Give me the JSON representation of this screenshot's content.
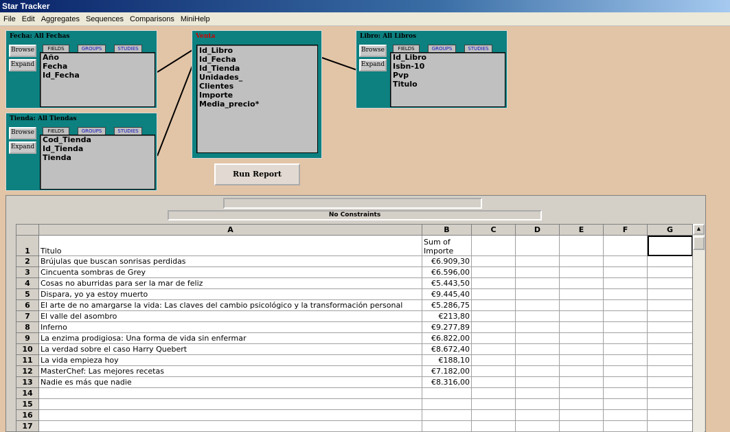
{
  "window": {
    "title": "Star Tracker"
  },
  "menu": [
    "File",
    "Edit",
    "Aggregates",
    "Sequences",
    "Comparisons",
    "MiniHelp"
  ],
  "panels": {
    "fecha": {
      "title": "Fecha: All Fechas",
      "browse": "Browse",
      "expand": "Expand",
      "tabs": [
        "FIELDS",
        "GROUPS",
        "STUDIES"
      ],
      "fields": [
        "Año",
        "Fecha",
        "Id_Fecha"
      ]
    },
    "tienda": {
      "title": "Tienda: All Tiendas",
      "browse": "Browse",
      "expand": "Expand",
      "tabs": [
        "FIELDS",
        "GROUPS",
        "STUDIES"
      ],
      "fields": [
        "Cod_Tienda",
        "Id_Tienda",
        "Tienda"
      ]
    },
    "venta": {
      "title": "Venta",
      "fields": [
        "Id_Libro",
        "Id_Fecha",
        "Id_Tienda",
        "Unidades_",
        "Clientes",
        "Importe",
        "Media_precio*"
      ]
    },
    "libro": {
      "title": "Libro: All Libros",
      "browse": "Browse",
      "expand": "Expand",
      "tabs": [
        "FIELDS",
        "GROUPS",
        "STUDIES"
      ],
      "fields": [
        "Id_Libro",
        "Isbn-10",
        "Pvp",
        "Titulo"
      ]
    }
  },
  "run_report_label": "Run Report",
  "report": {
    "constraints": "No Constraints",
    "columns": [
      "A",
      "B",
      "C",
      "D",
      "E",
      "F",
      "G"
    ],
    "header_row": {
      "a": "Titulo",
      "b": "Sum of Importe"
    },
    "rows": [
      {
        "n": "2",
        "a": "Brújulas que buscan sonrisas perdidas",
        "b": "€6.909,30"
      },
      {
        "n": "3",
        "a": "Cincuenta sombras de Grey",
        "b": "€6.596,00"
      },
      {
        "n": "4",
        "a": "Cosas no aburridas para ser la mar de feliz",
        "b": "€5.443,50"
      },
      {
        "n": "5",
        "a": "Dispara, yo ya estoy muerto",
        "b": "€9.445,40"
      },
      {
        "n": "6",
        "a": "El arte de no amargarse la vida: Las claves del cambio psicológico y la transformación personal",
        "b": "€5.286,75"
      },
      {
        "n": "7",
        "a": "El valle del asombro",
        "b": "€213,80"
      },
      {
        "n": "8",
        "a": "Inferno",
        "b": "€9.277,89"
      },
      {
        "n": "9",
        "a": "La enzima prodigiosa: Una forma de vida sin enfermar",
        "b": "€6.822,00"
      },
      {
        "n": "10",
        "a": "La verdad sobre el caso Harry Quebert",
        "b": "€8.672,40"
      },
      {
        "n": "11",
        "a": "La vida empieza hoy",
        "b": "€188,10"
      },
      {
        "n": "12",
        "a": "MasterChef: Las mejores recetas",
        "b": "€7.182,00"
      },
      {
        "n": "13",
        "a": "Nadie es más que nadie",
        "b": "€8.316,00"
      },
      {
        "n": "14",
        "a": "",
        "b": ""
      },
      {
        "n": "15",
        "a": "",
        "b": ""
      },
      {
        "n": "16",
        "a": "",
        "b": ""
      },
      {
        "n": "17",
        "a": "",
        "b": ""
      }
    ]
  }
}
